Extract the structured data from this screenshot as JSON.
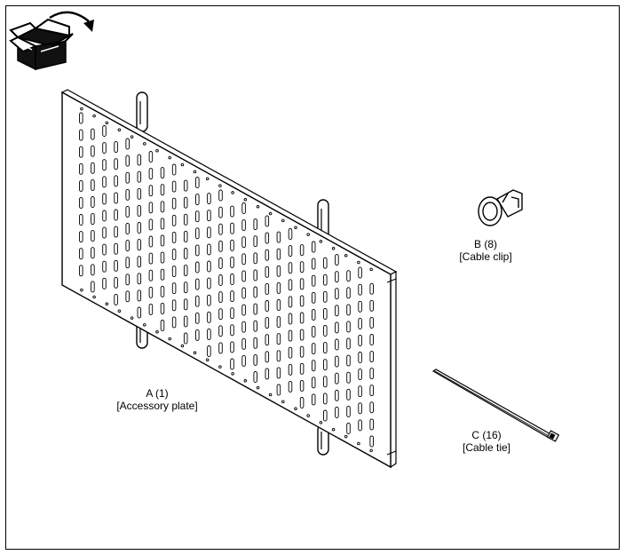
{
  "icons": {
    "unbox": "open-box-with-arrow-icon"
  },
  "parts": [
    {
      "id": "A",
      "code": "A (1)",
      "name": "[Accessory plate]"
    },
    {
      "id": "B",
      "code": "B (8)",
      "name": "[Cable clip]"
    },
    {
      "id": "C",
      "code": "C (16)",
      "name": "[Cable tie]"
    }
  ],
  "colors": {
    "stroke": "#000000",
    "fill": "#ffffff",
    "box_fill": "#111111"
  }
}
